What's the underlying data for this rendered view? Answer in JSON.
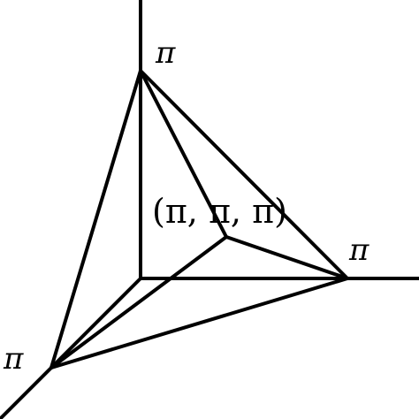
{
  "diagram": {
    "labels": {
      "top_vertex": "π",
      "right_vertex": "π",
      "left_vertex": "π",
      "inner_point": "(π, π, π)"
    },
    "colors": {
      "stroke": "#000000",
      "background": "#ffffff"
    }
  }
}
